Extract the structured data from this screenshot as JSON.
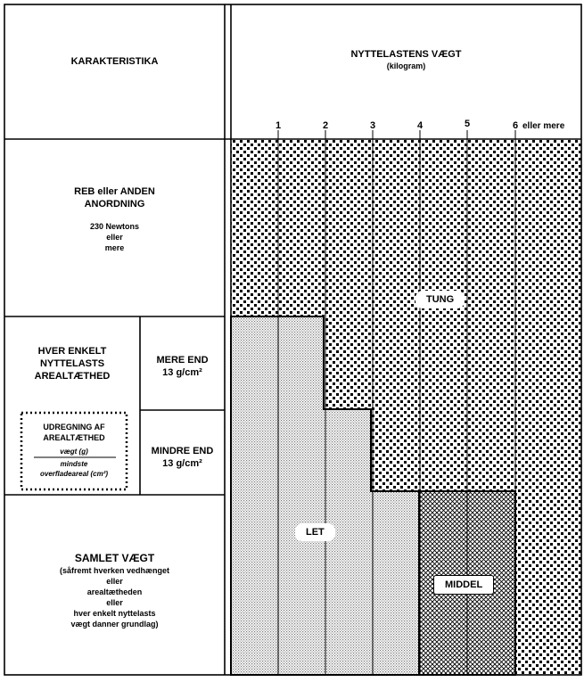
{
  "left": {
    "header": "KARAKTERISTIKA",
    "rope": {
      "title1": "REB eller ANDEN",
      "title2": "ANORDNING",
      "force": "230 Newtons",
      "or": "eller",
      "more": "mere"
    },
    "density": {
      "line1": "HVER ENKELT",
      "line2": "NYTTELASTS",
      "line3": "AREALTÆTHED",
      "calc_title1": "UDREGNING AF",
      "calc_title2": "AREALTÆTHED",
      "numerator": "vægt (g)",
      "denominator1": "mindste",
      "denominator2": "overfladeareal (cm²)",
      "more_than1": "MERE END",
      "more_than2": "13 g/cm²",
      "less_than1": "MINDRE END",
      "less_than2": "13 g/cm²"
    },
    "total": {
      "title": "SAMLET VÆGT",
      "l1": "(såfremt hverken vedhænget",
      "l2": "eller",
      "l3": "arealtætheden",
      "l4": "eller",
      "l5": "hver enkelt nyttelasts",
      "l6": "vægt danner grundlag)"
    }
  },
  "header": {
    "title": "NYTTELASTENS VÆGT",
    "unit": "(kilogram)"
  },
  "axis": {
    "ticks": [
      "1",
      "2",
      "3",
      "4",
      "5",
      "6"
    ],
    "last_suffix": "eller mere"
  },
  "categories": {
    "heavy": "TUNG",
    "light": "LET",
    "medium": "MIDDEL"
  }
}
